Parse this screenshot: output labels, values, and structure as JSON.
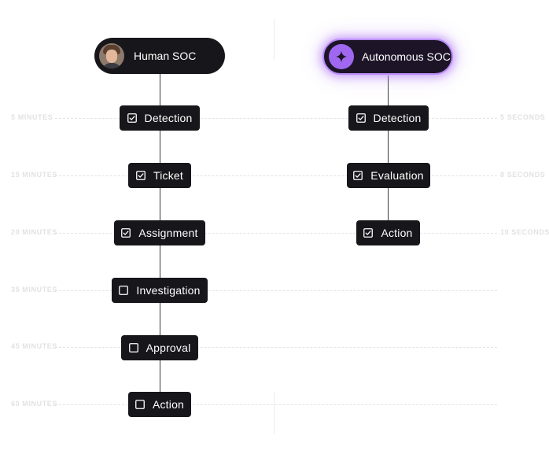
{
  "human": {
    "title": "Human SOC",
    "avatar_icon": "person-avatar-icon"
  },
  "autonomous": {
    "title": "Autonomous SOC",
    "icon": "sparkle-icon",
    "glow_color": "#b98cf5",
    "icon_bg": "#a068f0"
  },
  "human_steps": [
    {
      "label": "Detection",
      "checked": true
    },
    {
      "label": "Ticket",
      "checked": true
    },
    {
      "label": "Assignment",
      "checked": true
    },
    {
      "label": "Investigation",
      "checked": false
    },
    {
      "label": "Approval",
      "checked": false
    },
    {
      "label": "Action",
      "checked": false
    }
  ],
  "auto_steps": [
    {
      "label": "Detection",
      "checked": true
    },
    {
      "label": "Evaluation",
      "checked": true
    },
    {
      "label": "Action",
      "checked": true
    }
  ],
  "rows": [
    {
      "left": "5 MINUTES",
      "right": "5 SECONDS"
    },
    {
      "left": "15 MINUTES",
      "right": "8 SECONDS"
    },
    {
      "left": "20 MINUTES",
      "right": "10 SECONDS"
    },
    {
      "left": "35 MINUTES",
      "right": ""
    },
    {
      "left": "45 MINUTES",
      "right": ""
    },
    {
      "left": "60 MINUTES",
      "right": ""
    }
  ],
  "colors": {
    "node_bg": "#17171b",
    "connector": "#3a3a3f",
    "guide": "#e3e3e3"
  }
}
